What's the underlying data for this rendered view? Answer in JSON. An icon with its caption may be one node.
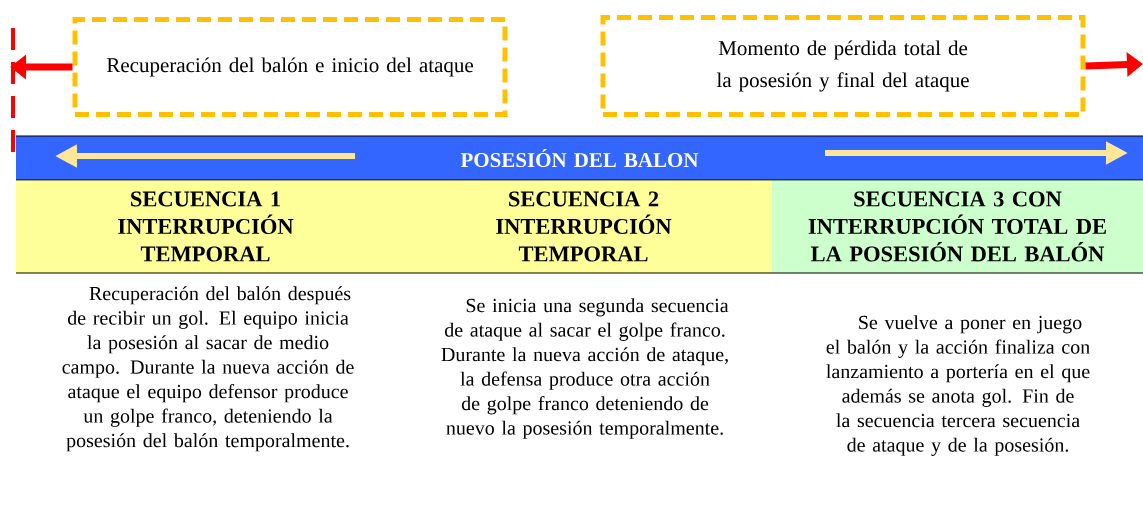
{
  "diagram": {
    "nodes": [
      {
        "text": [
          "Recuperación del balón e inicio del ataque"
        ]
      },
      {
        "text": [
          "Momento de pérdida total de la posesión y final del ataque"
        ]
      },
      {
        "text": [
          "POSESIÓN DEL BALON"
        ]
      },
      {
        "text": [
          "SECUENCIA 1 INTERRUPCIÓN TEMPORAL"
        ]
      },
      {
        "text": [
          "SECUENCIA 2 INTERRUPCIÓN TEMPORAL"
        ]
      },
      {
        "text": [
          "SECUENCIA 3 CON INTERRUPCIÓN TOTAL DE LA POSESIÓN DEL BALÓN"
        ]
      }
    ],
    "edges": [
      {
        "from": 0,
        "to": null,
        "arrow": "to",
        "color": "#ff0000"
      },
      {
        "from": 1,
        "to": null,
        "arrow": "to",
        "color": "#ff0000"
      }
    ],
    "labels": [
      "Recuperación del balón después de recibir un gol. El equipo inicia la posesión al sacar de medio campo. Durante la nueva acción de ataque el equipo defensor produce un golpe franco, deteniendo la posesión del balón temporalmente.",
      "Se inicia una segunda secuencia de ataque al sacar el golpe franco. Durante la nueva acción de ataque, la defensa produce otra acción de golpe franco deteniendo de nuevo la posesión temporalmente.",
      "Se vuelve a poner en juego el balón y la acción finaliza con lanzamiento a portería en el que además se anota gol. Fin de la secuencia tercera secuencia de ataque y de la posesión."
    ]
  }
}
